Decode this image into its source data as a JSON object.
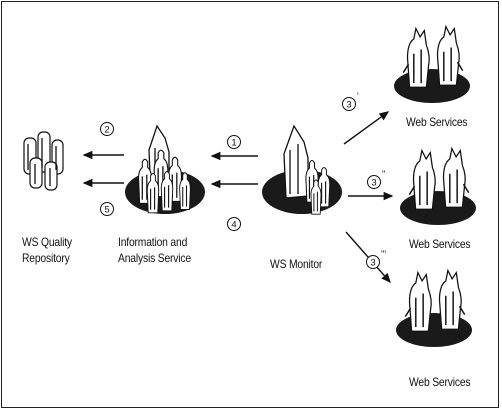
{
  "nodes": {
    "repository": {
      "line1": "WS Quality",
      "line2": "Repository"
    },
    "info_service": {
      "line1": "Information and",
      "line2": "Analysis Service"
    },
    "monitor": {
      "label": "WS Monitor"
    },
    "web_services_top": {
      "label": "Web Services"
    },
    "web_services_mid": {
      "label": "Web Services"
    },
    "web_services_bottom": {
      "label": "Web Services"
    }
  },
  "steps": {
    "s1": "1",
    "s2": "2",
    "s3a": "3",
    "s3a_mark": "'",
    "s3b": "3",
    "s3b_mark": "''",
    "s3c": "3",
    "s3c_mark": "'''",
    "s4": "4",
    "s5": "5"
  },
  "colors": {
    "ink": "#111111",
    "platform": "#1a1a1a",
    "figure": "#ffffff"
  }
}
